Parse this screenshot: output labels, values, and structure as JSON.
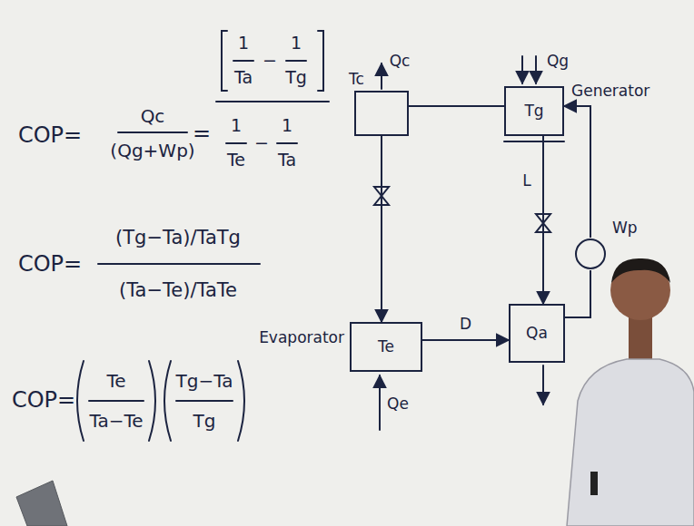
{
  "diagram": {
    "nodes": [
      {
        "text": [
          "Tc"
        ]
      },
      {
        "text": [
          "Tg",
          "Generator"
        ]
      },
      {
        "text": [
          "Te",
          "Evaporator"
        ]
      },
      {
        "text": [
          "Qa"
        ]
      },
      {
        "text": [
          "Wp"
        ]
      }
    ],
    "edges": [
      {
        "from": 1,
        "to": 0,
        "arrow": "none"
      },
      {
        "from": 0,
        "to": 2,
        "arrow": "to"
      },
      {
        "from": 2,
        "to": 3,
        "label": "D",
        "arrow": "to"
      },
      {
        "from": 1,
        "to": 3,
        "label": "L",
        "arrow": "to"
      },
      {
        "from": 3,
        "to": 4,
        "arrow": "none"
      },
      {
        "from": 4,
        "to": 1,
        "arrow": "to"
      }
    ],
    "labels": [
      "COP=",
      "Qc",
      "(Qg+Wp)",
      "=",
      "1",
      "Ta",
      "−",
      "1",
      "Tg",
      "1",
      "Te",
      "−",
      "1",
      "Ta",
      "COP=",
      "(Tg−Ta)/TaTg",
      "(Ta−Te)/TaTe",
      "COP=",
      "Te",
      "Ta−Te",
      "Tg−Ta",
      "Tg",
      "Qc",
      "Qg",
      "Qe"
    ]
  }
}
